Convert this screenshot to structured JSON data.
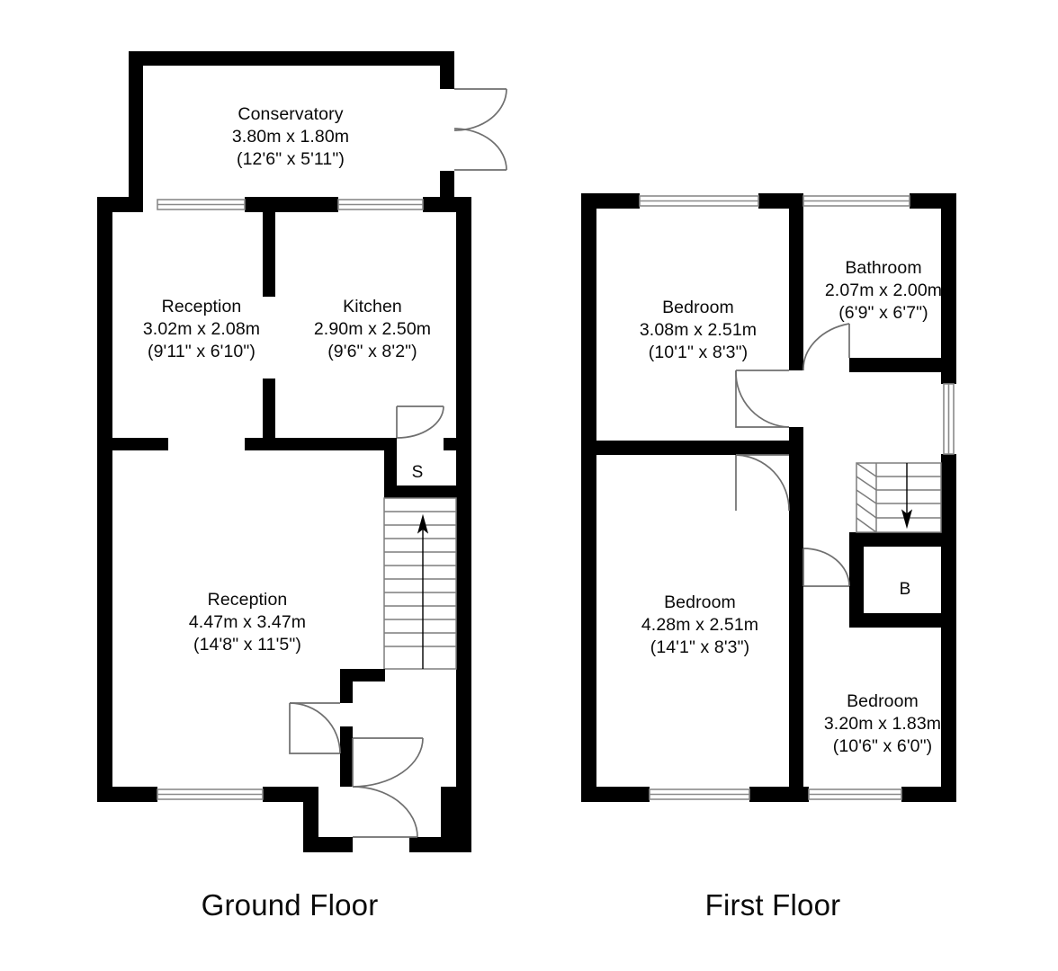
{
  "document": {
    "type": "floor-plan",
    "background_color": "#ffffff",
    "wall_color": "#000000",
    "text_color": "#0a0a0a",
    "window_stroke_color": "#8a8a8a",
    "door_swing_color": "#6f6f6f"
  },
  "floors": [
    {
      "id": "ground",
      "title": "Ground Floor",
      "rooms": [
        {
          "name": "Conservatory",
          "metric": "3.80m x 1.80m",
          "imperial": "(12'6\" x 5'11\")"
        },
        {
          "name": "Reception",
          "metric": "3.02m x 2.08m",
          "imperial": "(9'11\" x 6'10\")"
        },
        {
          "name": "Kitchen",
          "metric": "2.90m x 2.50m",
          "imperial": "(9'6\" x 8'2\")"
        },
        {
          "name": "Reception",
          "metric": "4.47m x 3.47m",
          "imperial": "(14'8\" x 11'5\")"
        }
      ],
      "markers": [
        {
          "label": "S",
          "meaning": "store-cupboard"
        }
      ],
      "stairs": {
        "direction": "up",
        "treads": 12
      }
    },
    {
      "id": "first",
      "title": "First Floor",
      "rooms": [
        {
          "name": "Bedroom",
          "metric": "3.08m x 2.51m",
          "imperial": "(10'1\" x 8'3\")"
        },
        {
          "name": "Bathroom",
          "metric": "2.07m x 2.00m",
          "imperial": "(6'9\" x 6'7\")"
        },
        {
          "name": "Bedroom",
          "metric": "4.28m x 2.51m",
          "imperial": "(14'1\" x 8'3\")"
        },
        {
          "name": "Bedroom",
          "metric": "3.20m x 1.83m",
          "imperial": "(10'6\" x 6'0\")"
        }
      ],
      "markers": [
        {
          "label": "B",
          "meaning": "boiler-cupboard"
        }
      ],
      "stairs": {
        "direction": "down",
        "treads": 6
      }
    }
  ]
}
